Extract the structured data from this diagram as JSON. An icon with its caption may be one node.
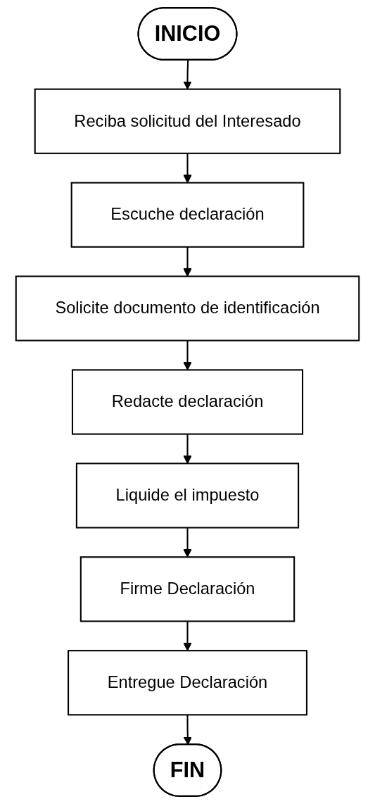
{
  "diagram": {
    "nodes": [
      {
        "text": [
          "INICIO"
        ]
      },
      {
        "text": [
          "Reciba solicitud del Interesado"
        ]
      },
      {
        "text": [
          "Escuche declaración"
        ]
      },
      {
        "text": [
          "Solicite documento de identificación"
        ]
      },
      {
        "text": [
          "Redacte declaración"
        ]
      },
      {
        "text": [
          "Liquide el impuesto"
        ]
      },
      {
        "text": [
          "Firme Declaración"
        ]
      },
      {
        "text": [
          "Entregue Declaración"
        ]
      },
      {
        "text": [
          "FIN"
        ]
      }
    ],
    "edges": [
      {
        "from": 0,
        "to": 1,
        "arrow": "to"
      },
      {
        "from": 1,
        "to": 2,
        "arrow": "to"
      },
      {
        "from": 2,
        "to": 3,
        "arrow": "to"
      },
      {
        "from": 3,
        "to": 4,
        "arrow": "to"
      },
      {
        "from": 4,
        "to": 5,
        "arrow": "to"
      },
      {
        "from": 5,
        "to": 6,
        "arrow": "to"
      },
      {
        "from": 6,
        "to": 7,
        "arrow": "to"
      },
      {
        "from": 7,
        "to": 8,
        "arrow": "to"
      }
    ]
  }
}
